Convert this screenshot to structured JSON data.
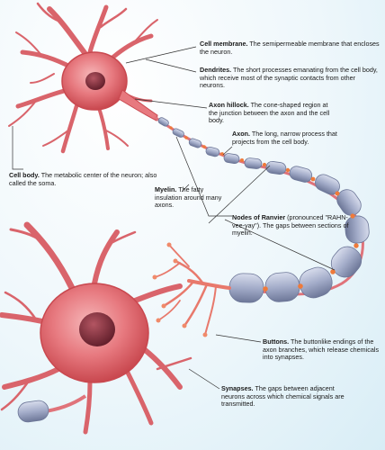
{
  "diagram": {
    "labels": [
      {
        "id": "cell-membrane",
        "term": "Cell membrane.",
        "text": "The semipermeable membrane that encloses the neuron."
      },
      {
        "id": "dendrites",
        "term": "Dendrites.",
        "text": "The short processes emanating from the cell body, which receive most of the synaptic contacts from other neurons."
      },
      {
        "id": "axon-hillock",
        "term": "Axon hillock.",
        "text": "The cone-shaped region at the junction between the axon and the cell body."
      },
      {
        "id": "axon",
        "term": "Axon.",
        "text": "The long, narrow process that projects from the cell body."
      },
      {
        "id": "cell-body",
        "term": "Cell body.",
        "text": "The metabolic center of the neuron; also called the soma."
      },
      {
        "id": "myelin",
        "term": "Myelin.",
        "text": "The fatty insulation around many axons."
      },
      {
        "id": "nodes-of-ranvier",
        "term": "Nodes of Ranvier",
        "text": "(pronounced \"RAHN-vee-yay\"). The gaps between sections of myelin."
      },
      {
        "id": "buttons",
        "term": "Buttons.",
        "text": "The buttonlike endings of the axon branches, which release chemicals into synapses."
      },
      {
        "id": "synapses",
        "term": "Synapses.",
        "text": "The gaps between adjacent neurons across which chemical signals are transmitted."
      }
    ],
    "colors": {
      "cell": "#e7797f",
      "cell_dark": "#c9484f",
      "nucleus": "#8a2f3c",
      "myelin": "#a9b3cf",
      "myelin_dark": "#6f7a9c",
      "node": "#ef7a3a",
      "leader": "#333333"
    }
  }
}
